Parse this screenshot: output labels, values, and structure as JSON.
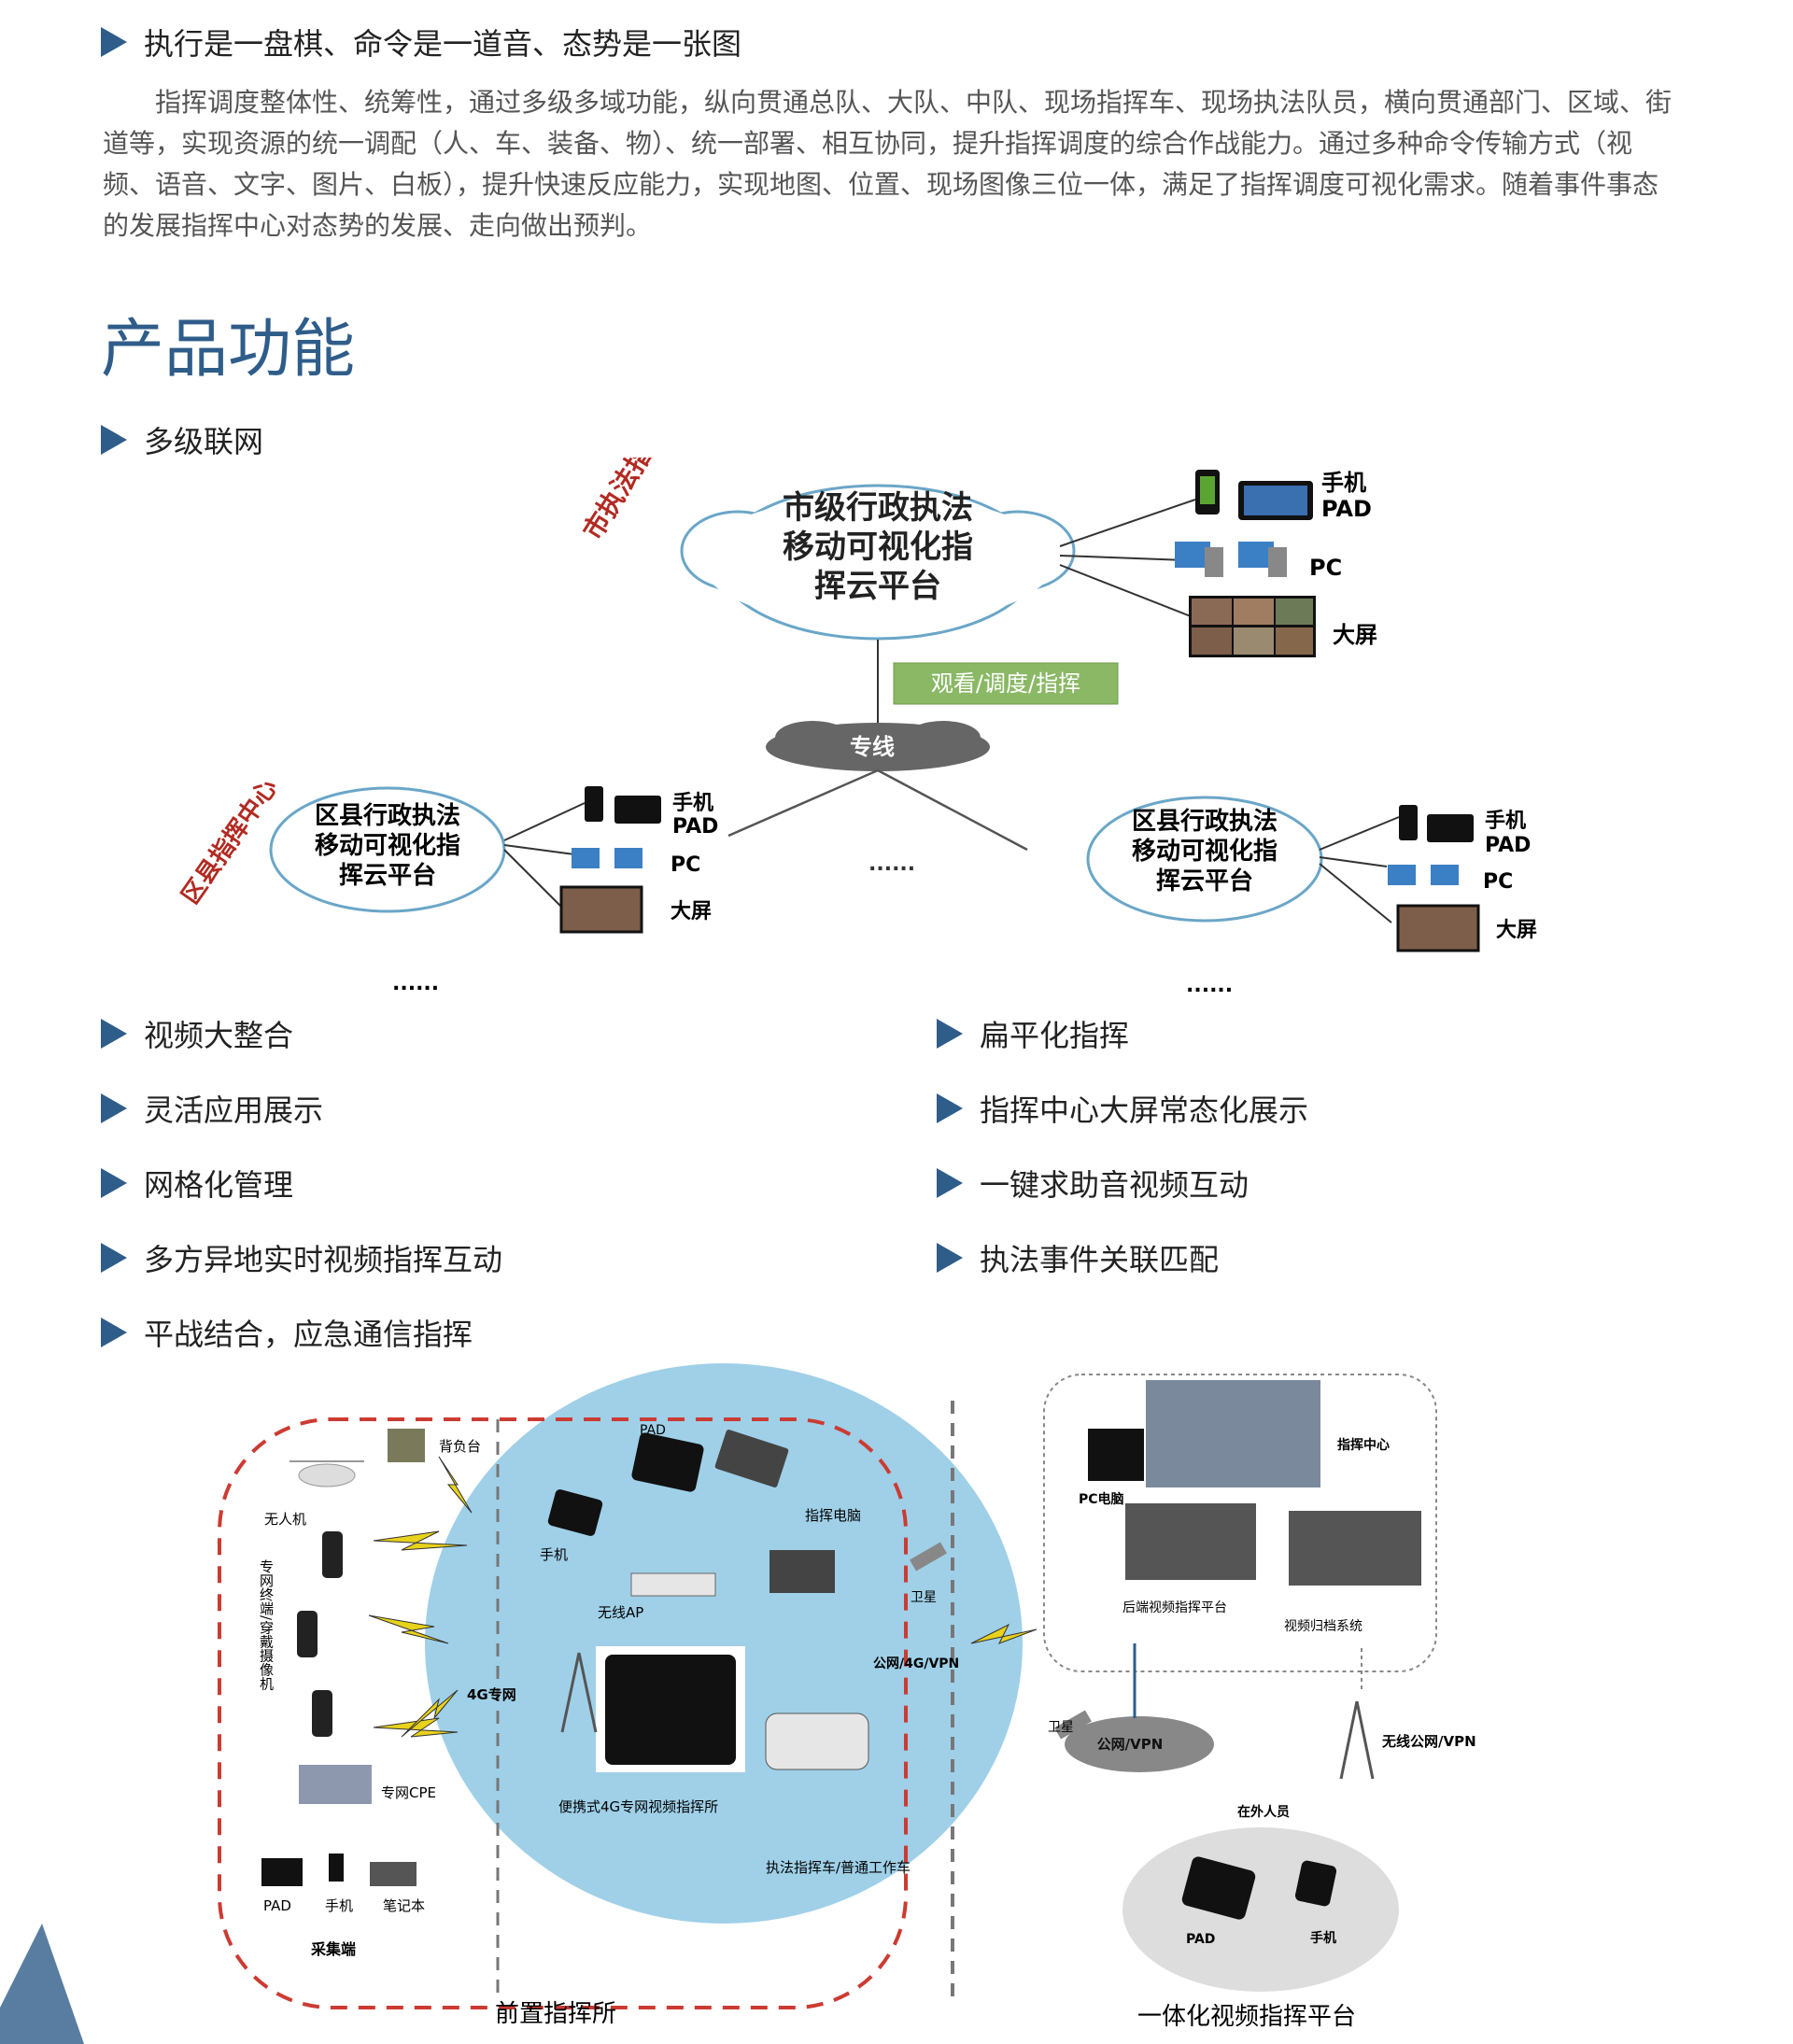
{
  "intro": {
    "heading": "执行是一盘棋、命令是一道音、态势是一张图",
    "paragraph": "指挥调度整体性、统筹性，通过多级多域功能，纵向贯通总队、大队、中队、现场指挥车、现场执法队员，横向贯通部门、区域、街道等，实现资源的统一调配（人、车、装备、物）、统一部署、相互协同，提升指挥调度的综合作战能力。通过多种命令传输方式（视频、语音、文字、图片、白板），提升快速反应能力，实现地图、位置、现场图像三位一体，满足了指挥调度可视化需求。随着事件事态的发展指挥中心对态势的发展、走向做出预判。"
  },
  "section_title": "产品功能",
  "multi_level": {
    "heading": "多级联网",
    "city_side_label": "市执法指挥中心",
    "district_side_label": "区县指挥中心",
    "city_cloud": [
      "市级行政执法",
      "移动可视化指",
      "挥云平台"
    ],
    "district_cloud": [
      "区县行政执法",
      "移动可视化指",
      "挥云平台"
    ],
    "dedicated_line": "专线",
    "watch_label": "观看/调度/指挥",
    "phone": "手机",
    "pad": "PAD",
    "pc": "PC",
    "big_screen": "大屏",
    "ellipsis": "......"
  },
  "features_left": [
    "视频大整合",
    "灵活应用展示",
    "网格化管理",
    "多方异地实时视频指挥互动",
    "平战结合，应急通信指挥"
  ],
  "features_right": [
    "扁平化指挥",
    "指挥中心大屏常态化展示",
    "一键求助音视频互动",
    "执法事件关联匹配"
  ],
  "bottom": {
    "backpack": "背负台",
    "drone": "无人机",
    "terminal_vertical": "专网终端/穿戴摄像机",
    "cpe": "专网CPE",
    "pad": "PAD",
    "phone": "手机",
    "notebook": "笔记本",
    "collect": "采集端",
    "net4g": "4G专网",
    "wireless_ap": "无线AP",
    "cmd_pc": "指挥电脑",
    "portable": "便携式4G专网视频指挥所",
    "vehicle": "执法指挥车/普通工作车",
    "satellite": "卫星",
    "public_vpn": "公网/4G/VPN",
    "public_vpn2": "公网/VPN",
    "wireless_vpn": "无线公网/VPN",
    "cmd_center": "指挥中心",
    "pc_computer": "PC电脑",
    "backend_platform": "后端视频指挥平台",
    "archive": "视频归档系统",
    "field_staff": "在外人员",
    "caption_left": "前置指挥所",
    "caption_right": "一体化视频指挥平台"
  },
  "colors": {
    "accent": "#2f5d8a",
    "red": "#cc3b32",
    "olive": "#7aa84e",
    "ellipse": "#9fd0e8"
  }
}
